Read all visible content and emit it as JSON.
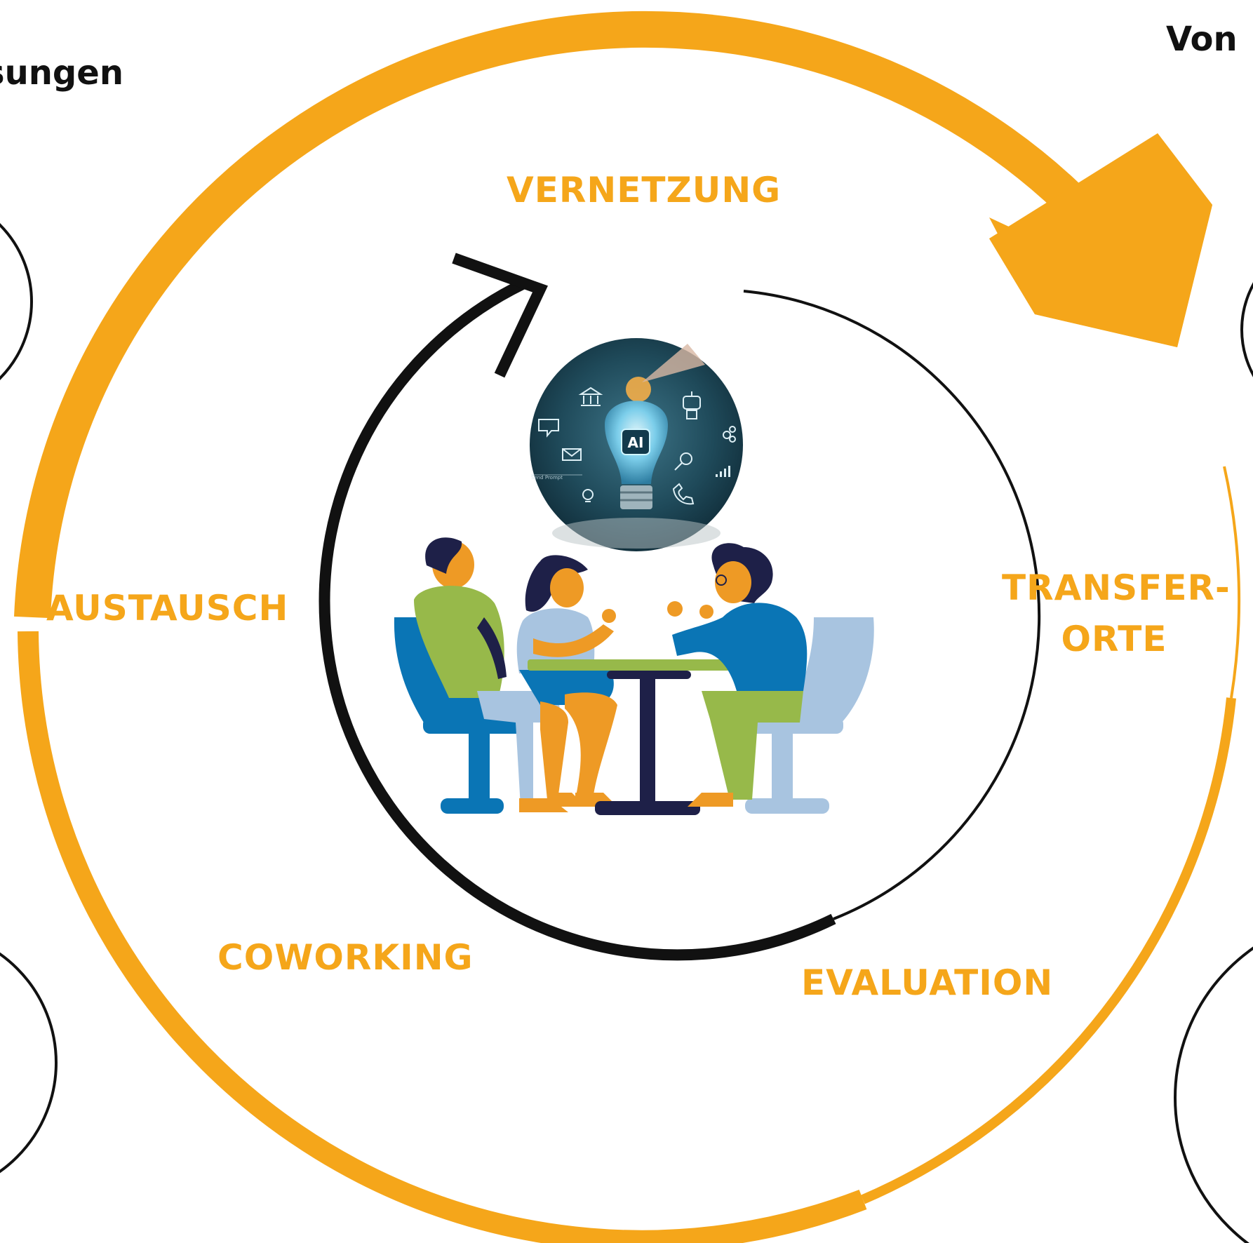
{
  "colors": {
    "accent": "#F5A61A",
    "ink": "#111111",
    "navy": "#1E2048",
    "blue": "#0A75B5",
    "light_blue": "#A8C4E0",
    "green": "#97B94A",
    "skin": "#EE9A25"
  },
  "corner_labels": {
    "top_left": "sungen",
    "top_right": "Von"
  },
  "cycle_labels": {
    "top": "VERNETZUNG",
    "left": "AUSTAUSCH",
    "right_line1": "TRANSFER-",
    "right_line2": "ORTE",
    "bottom_left": "COWORKING",
    "bottom_right": "EVALUATION"
  },
  "illustration": {
    "bulb_badge": "AI",
    "prompt_text": "Send Prompt",
    "icons": [
      "bank-icon",
      "chat-icon",
      "mail-icon",
      "robot-icon",
      "gears-icon",
      "search-icon",
      "phone-icon",
      "bar-chart-icon",
      "idea-icon"
    ]
  }
}
